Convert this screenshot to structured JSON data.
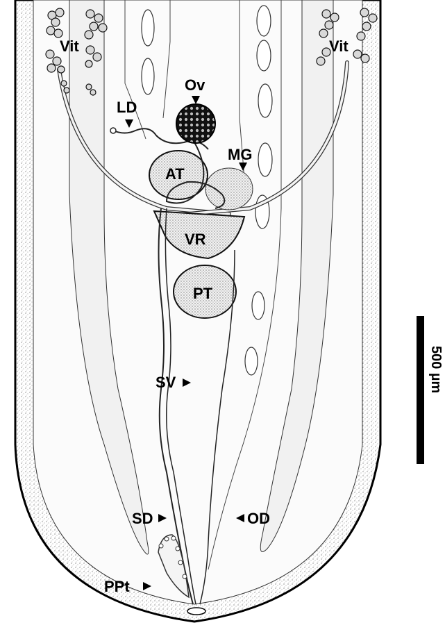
{
  "labels": {
    "vit_left": "Vit",
    "vit_right": "Vit",
    "ov": "Ov",
    "ld": "LD",
    "mg": "MG",
    "at": "AT",
    "vr": "VR",
    "pt": "PT",
    "sv": "SV",
    "sd": "SD",
    "od": "OD",
    "ppt": "PPt"
  },
  "scale_bar": {
    "label": "500 µm"
  }
}
